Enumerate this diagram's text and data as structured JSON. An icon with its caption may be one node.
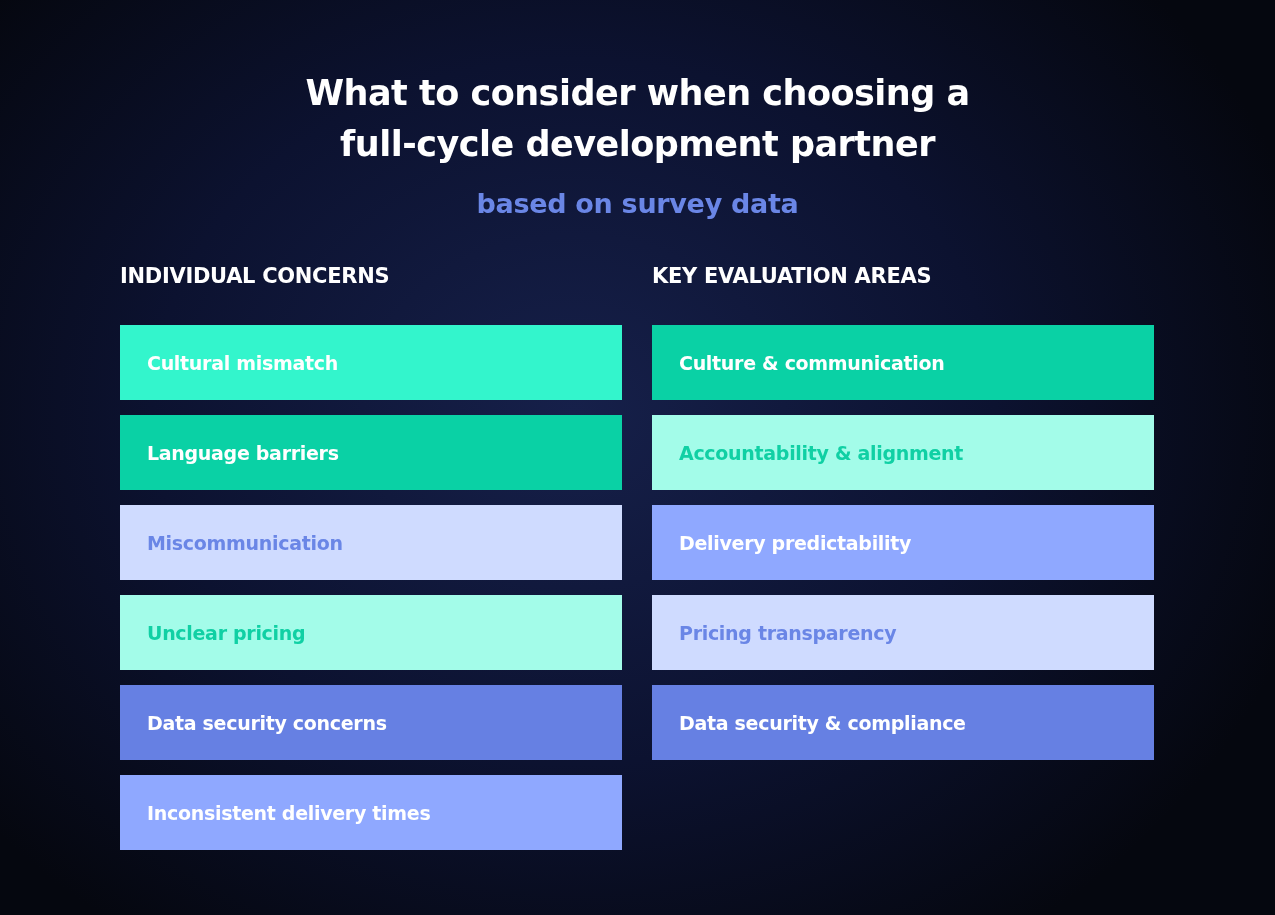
{
  "diagram": {
    "title": "What to consider when choosing a full-cycle development partner",
    "nodes": [
      {
        "text": [
          "Cultural mismatch"
        ]
      },
      {
        "text": [
          "Language barriers"
        ]
      },
      {
        "text": [
          "Miscommunication"
        ]
      },
      {
        "text": [
          "Unclear pricing"
        ]
      },
      {
        "text": [
          "Data security concerns"
        ]
      },
      {
        "text": [
          "Inconsistent delivery times"
        ]
      },
      {
        "text": [
          "Culture & communication"
        ]
      },
      {
        "text": [
          "Accountability & alignment"
        ]
      },
      {
        "text": [
          "Delivery predictability"
        ]
      },
      {
        "text": [
          "Pricing transparency"
        ]
      },
      {
        "text": [
          "Data security & compliance"
        ]
      }
    ],
    "labels": [
      "based on survey data",
      "INDIVIDUAL CONCERNS",
      "KEY EVALUATION AREAS"
    ]
  }
}
